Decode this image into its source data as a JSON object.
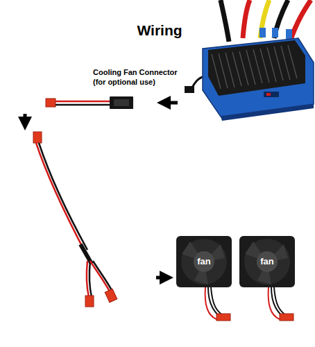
{
  "diagram": {
    "title": "Wiring",
    "labels": [
      "Cooling Fan Connector (for optional use)",
      "fan",
      "fan"
    ]
  }
}
